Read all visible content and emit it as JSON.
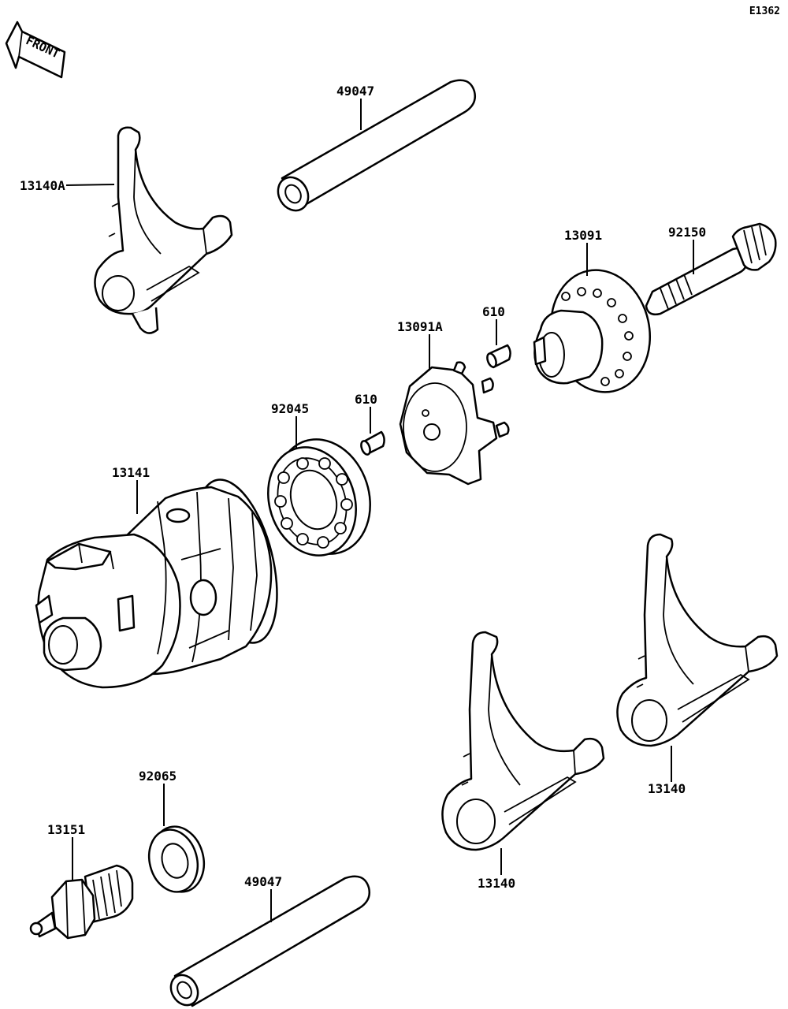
{
  "diagram_code": "E1362",
  "front_label": "FRONT",
  "parts": {
    "p13140A": "13140A",
    "p49047_top": "49047",
    "p13091": "13091",
    "p92150": "92150",
    "p610_a": "610",
    "p13091A": "13091A",
    "p92045": "92045",
    "p610_b": "610",
    "p13141": "13141",
    "p92065": "92065",
    "p13151": "13151",
    "p49047_bottom": "49047",
    "p13140_left": "13140",
    "p13140_right": "13140"
  }
}
